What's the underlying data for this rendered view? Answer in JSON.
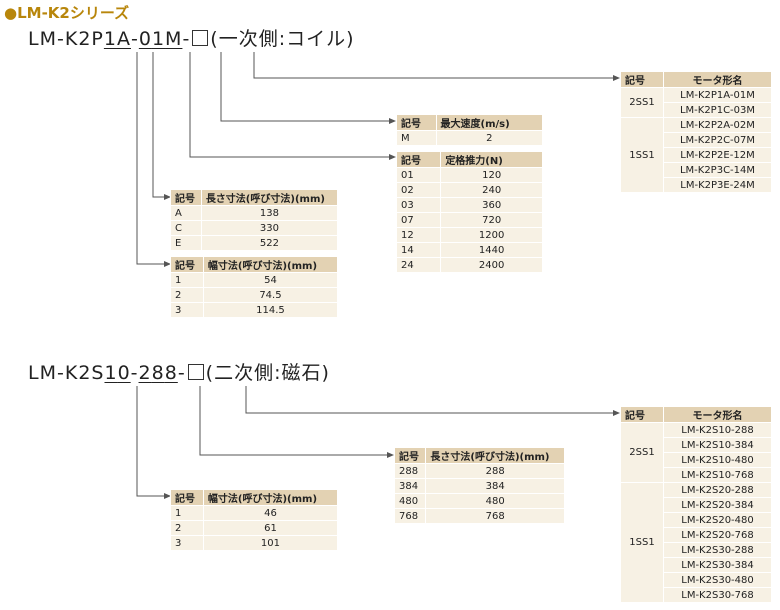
{
  "title": "●LM-K2シリーズ",
  "coil": {
    "chars": [
      "L",
      "M",
      "-",
      "K",
      "2",
      "P",
      "1",
      "A",
      "-",
      "0",
      "1",
      "M",
      "-"
    ],
    "suffix": "(一次側:コイル)",
    "model_table": {
      "headers": [
        "記号",
        "モータ形名"
      ],
      "groups": [
        {
          "symbol": "2SS1",
          "models": [
            "LM-K2P1A-01M",
            "LM-K2P1C-03M"
          ]
        },
        {
          "symbol": "1SS1",
          "models": [
            "LM-K2P2A-02M",
            "LM-K2P2C-07M",
            "LM-K2P2E-12M",
            "LM-K2P3C-14M",
            "LM-K2P3E-24M"
          ]
        }
      ]
    },
    "speed_table": {
      "headers": [
        "記号",
        "最大速度(m/s)"
      ],
      "rows": [
        [
          "M",
          "2"
        ]
      ]
    },
    "force_table": {
      "headers": [
        "記号",
        "定格推力(N)"
      ],
      "rows": [
        [
          "01",
          "120"
        ],
        [
          "02",
          "240"
        ],
        [
          "03",
          "360"
        ],
        [
          "07",
          "720"
        ],
        [
          "12",
          "1200"
        ],
        [
          "14",
          "1440"
        ],
        [
          "24",
          "2400"
        ]
      ]
    },
    "length_table": {
      "headers": [
        "記号",
        "長さ寸法(呼び寸法)(mm)"
      ],
      "rows": [
        [
          "A",
          "138"
        ],
        [
          "C",
          "330"
        ],
        [
          "E",
          "522"
        ]
      ]
    },
    "width_table": {
      "headers": [
        "記号",
        "幅寸法(呼び寸法)(mm)"
      ],
      "rows": [
        [
          "1",
          "54"
        ],
        [
          "2",
          "74.5"
        ],
        [
          "3",
          "114.5"
        ]
      ]
    }
  },
  "magnet": {
    "chars": [
      "L",
      "M",
      "-",
      "K",
      "2",
      "S",
      "1",
      "0",
      "-",
      "2",
      "8",
      "8",
      "-"
    ],
    "suffix": "(二次側:磁石)",
    "model_table": {
      "headers": [
        "記号",
        "モータ形名"
      ],
      "groups": [
        {
          "symbol": "2SS1",
          "models": [
            "LM-K2S10-288",
            "LM-K2S10-384",
            "LM-K2S10-480",
            "LM-K2S10-768"
          ]
        },
        {
          "symbol": "1SS1",
          "models": [
            "LM-K2S20-288",
            "LM-K2S20-384",
            "LM-K2S20-480",
            "LM-K2S20-768",
            "LM-K2S30-288",
            "LM-K2S30-384",
            "LM-K2S30-480",
            "LM-K2S30-768"
          ]
        }
      ]
    },
    "length_table": {
      "headers": [
        "記号",
        "長さ寸法(呼び寸法)(mm)"
      ],
      "rows": [
        [
          "288",
          "288"
        ],
        [
          "384",
          "384"
        ],
        [
          "480",
          "480"
        ],
        [
          "768",
          "768"
        ]
      ]
    },
    "width_table": {
      "headers": [
        "記号",
        "幅寸法(呼び寸法)(mm)"
      ],
      "rows": [
        [
          "1",
          "46"
        ],
        [
          "2",
          "61"
        ],
        [
          "3",
          "101"
        ]
      ]
    }
  }
}
